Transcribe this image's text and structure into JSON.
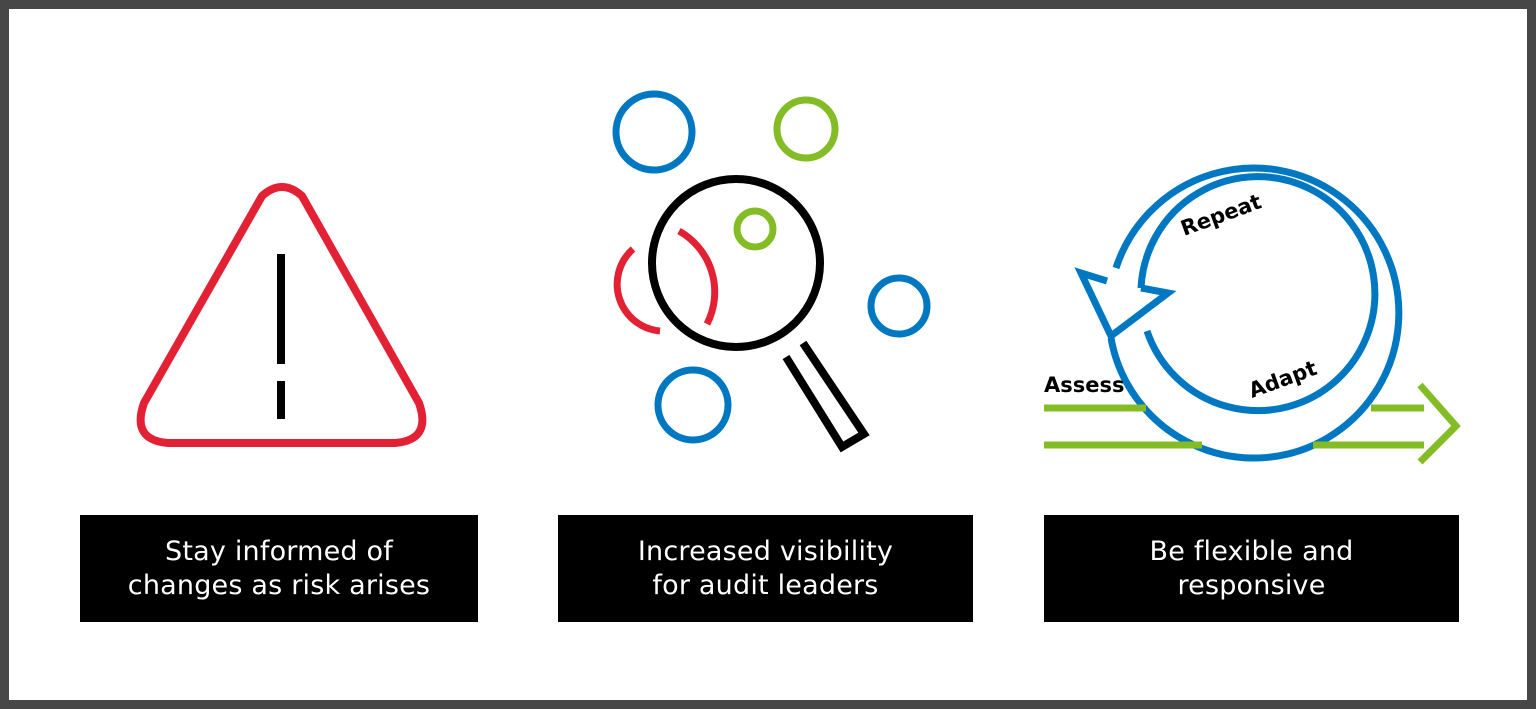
{
  "colors": {
    "frame": "#474747",
    "background": "#ffffff",
    "red": "#e32134",
    "blue": "#0078c1",
    "green": "#84bc25",
    "black": "#000000",
    "caption_bg": "#000000",
    "caption_text": "#ffffff"
  },
  "panels": [
    {
      "icon": "warning-triangle-icon",
      "caption_lines": [
        "Stay informed of",
        "changes as risk arises"
      ]
    },
    {
      "icon": "magnifying-glass-bubbles-icon",
      "caption_lines": [
        "Increased visibility",
        "for audit leaders"
      ]
    },
    {
      "icon": "cycle-arrow-icon",
      "caption_lines": [
        "Be flexible and",
        "responsive"
      ],
      "labels": {
        "assess": "Assess",
        "repeat": "Repeat",
        "adapt": "Adapt"
      }
    }
  ]
}
